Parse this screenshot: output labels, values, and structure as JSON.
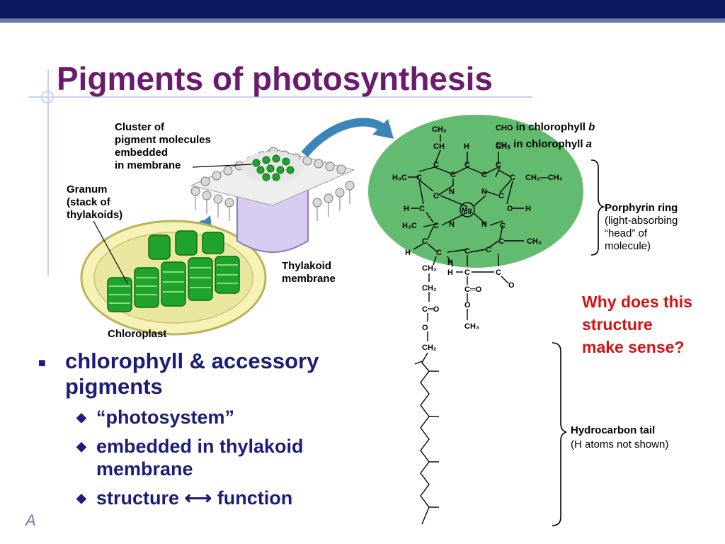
{
  "title": "Pigments of photosynthesis",
  "figure": {
    "cluster_label": [
      "Cluster of",
      "pigment molecules",
      "embedded",
      "in membrane"
    ],
    "granum_label": [
      "Granum",
      "(stack of",
      "thylakoids)"
    ],
    "thylakoid_label": [
      "Thylakoid",
      "membrane"
    ],
    "chloroplast_label": "Chloroplast",
    "cho_label": "CHO",
    "chl_b_text": "in chlorophyll ",
    "chl_b_letter": "b",
    "ch3_label": "CH₃",
    "chl_a_text": "in chlorophyll ",
    "chl_a_letter": "a",
    "mg_label": "Mg",
    "porphyrin_label": [
      "Porphyrin ring",
      "(light-absorbing",
      "“head” of",
      "molecule)"
    ],
    "hydrocarbon_label": [
      "Hydrocarbon tail",
      "(H atoms not shown)"
    ],
    "atoms": {
      "ch2_top": "CH₂",
      "ch_top": "CH",
      "h_top": "H",
      "h3c_left": "H₃C",
      "c": "C",
      "n": "N",
      "h": "H",
      "ch2_ch3": "CH₂—CH₃",
      "h3c": "H₃C",
      "ch3": "CH₃",
      "ch2": "CH₂",
      "o": "O",
      "c_o": "C═O"
    }
  },
  "bullets": {
    "main": [
      "chlorophyll & accessory",
      "pigments"
    ],
    "sub1": "“photosystem”",
    "sub2": [
      "embedded in thylakoid",
      "membrane"
    ],
    "sub3": "structure ⟷ function"
  },
  "question": [
    "Why does this",
    "structure",
    "make sense?"
  ],
  "footer_letter": "A",
  "colors": {
    "title": "#6a1b6e",
    "bullet_text": "#1b1d77",
    "question": "#d41212",
    "porphyrin_fill": "#62bb6e",
    "top_bar": "#0d1863"
  }
}
